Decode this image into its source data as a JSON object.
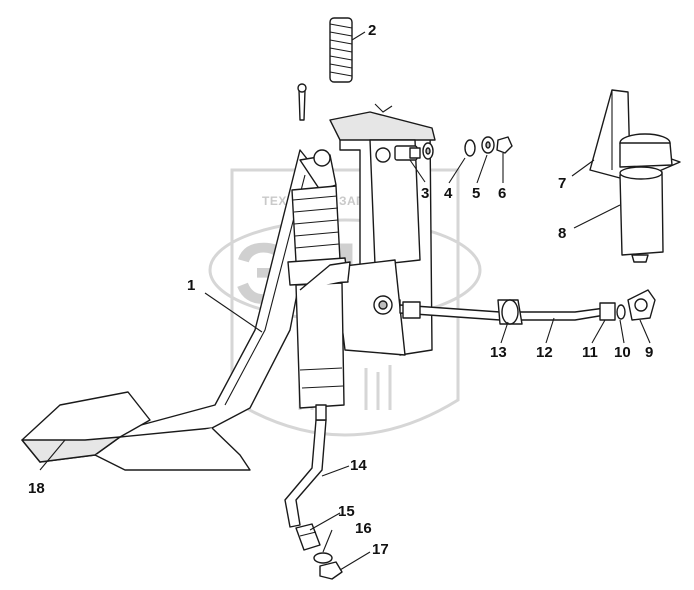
{
  "watermark": {
    "top_text": "ТЕХНИКА & ЗАПЧАСТИ",
    "big_text": "ЭНФ"
  },
  "callouts": {
    "c1": "1",
    "c2": "2",
    "c3": "3",
    "c4": "4",
    "c5": "5",
    "c6": "6",
    "c7": "7",
    "c8": "8",
    "c9": "9",
    "c10": "10",
    "c11": "11",
    "c12": "12",
    "c13": "13",
    "c14": "14",
    "c15": "15",
    "c16": "16",
    "c17": "17",
    "c18": "18"
  }
}
